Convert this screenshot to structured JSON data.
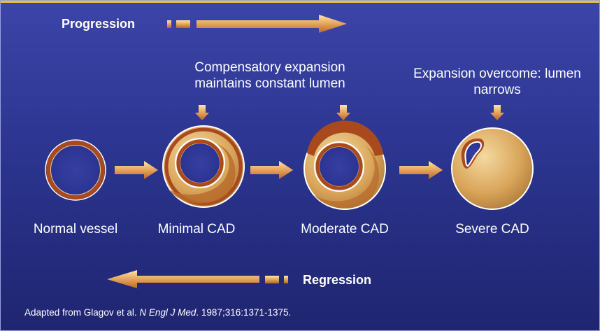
{
  "progression": "Progression",
  "regression": "Regression",
  "captions": {
    "compensatory": "Compensatory expansion maintains constant lumen",
    "overcome": "Expansion overcome: lumen narrows"
  },
  "stages": [
    {
      "label": "Normal vessel"
    },
    {
      "label": "Minimal CAD"
    },
    {
      "label": "Moderate CAD"
    },
    {
      "label": "Severe CAD"
    }
  ],
  "citation": {
    "prefix": "Adapted from Glagov et al.",
    "journal": "N Engl J Med",
    "suffix": ". 1987;316:1371-1375."
  },
  "colors": {
    "arrow_light": "#f7dca8",
    "arrow_dark": "#c8782c",
    "vessel_wall": "#a84a1e",
    "plaque": "#d9a85c",
    "accent": "#f2c12e"
  }
}
